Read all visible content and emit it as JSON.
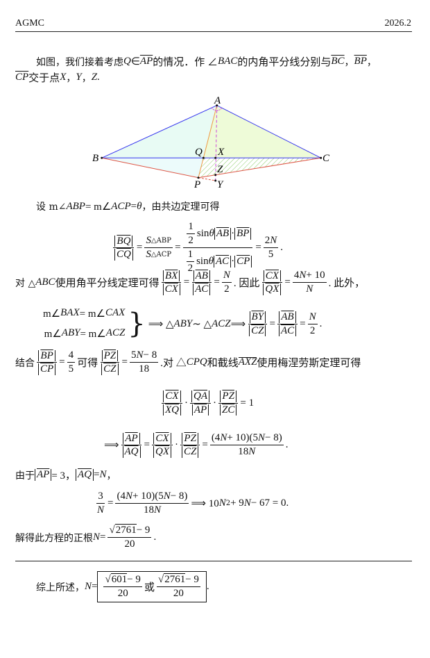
{
  "header": {
    "left": "AGMC",
    "right": "2026.2"
  },
  "figure": {
    "labels": {
      "A": "A",
      "B": "B",
      "C": "C",
      "Q": "Q",
      "X": "X",
      "P": "P",
      "Z": "Z",
      "Y": "Y"
    },
    "colors": {
      "triangle": "#3333ee",
      "bp_cp": "#dd5544",
      "ap": "#ee9944",
      "bisector": "#cc44dd",
      "fill_left": "#e8fbf4",
      "fill_right": "#eefbd8",
      "hatch": "#88cc66"
    }
  },
  "lines": [
    [
      "如图，我们接着考虑 ",
      {
        "i": "Q"
      },
      " ∈ ",
      {
        "o": "AP"
      },
      " 的情况．作 ∠",
      {
        "i": "BAC"
      },
      " 的内角平分线分别与 ",
      {
        "o": "BC"
      },
      "，",
      {
        "o": "BP"
      },
      "，"
    ],
    [
      {
        "o": "CP"
      },
      " 交于点 ",
      {
        "i": "X"
      },
      "，",
      {
        "i": "Y"
      },
      "，",
      {
        "i": "Z"
      },
      "."
    ],
    [
      "设 m∠",
      {
        "i": "ABP"
      },
      " = m∠",
      {
        "i": "ACP"
      },
      " = ",
      {
        "i": "θ"
      },
      "，由共边定理可得"
    ],
    [
      {
        "fr": [
          [
            {
              "s": "BQ"
            }
          ],
          [
            {
              "s": "CQ"
            }
          ]
        ]
      },
      " = ",
      {
        "fr": [
          [
            {
              "i": "S"
            },
            {
              "sub": "△ABP"
            }
          ],
          [
            {
              "i": "S"
            },
            {
              "sub": "△ACP"
            }
          ]
        ]
      },
      " = ",
      {
        "fr": [
          [
            {
              "fr": [
                [
                  "1"
                ],
                [
                  "2"
                ]
              ]
            },
            "sin ",
            {
              "i": "θ"
            },
            {
              "s": "AB"
            },
            " · ",
            {
              "s": "BP"
            }
          ],
          [
            {
              "fr": [
                [
                  "1"
                ],
                [
                  "2"
                ]
              ]
            },
            "sin ",
            {
              "i": "θ"
            },
            {
              "s": "AC"
            },
            " · ",
            {
              "s": "CP"
            }
          ]
        ]
      },
      " = ",
      {
        "fr": [
          [
            "2",
            {
              "i": "N"
            }
          ],
          [
            "5"
          ]
        ]
      },
      "."
    ],
    [
      "对 △",
      {
        "i": "ABC"
      },
      " 使用角平分线定理可得 ",
      {
        "fr": [
          [
            {
              "s": "BX"
            }
          ],
          [
            {
              "s": "CX"
            }
          ]
        ]
      },
      " = ",
      {
        "fr": [
          [
            {
              "s": "AB"
            }
          ],
          [
            {
              "s": "AC"
            }
          ]
        ]
      },
      " = ",
      {
        "fr": [
          [
            {
              "i": "N"
            }
          ],
          [
            "2"
          ]
        ]
      },
      ". 因此 ",
      {
        "fr": [
          [
            {
              "s": "CX"
            }
          ],
          [
            {
              "s": "QX"
            }
          ]
        ]
      },
      " = ",
      {
        "fr": [
          [
            "4",
            {
              "i": "N"
            },
            " + 10"
          ],
          [
            {
              "i": "N"
            }
          ]
        ]
      },
      ". 此外，"
    ],
    [
      {
        "sys": [
          [
            "m∠",
            {
              "i": "BAX"
            },
            " = m∠",
            {
              "i": "CAX"
            }
          ],
          [
            "m∠",
            {
              "i": "ABY"
            },
            " = m∠",
            {
              "i": "ACZ"
            }
          ]
        ]
      },
      "  ⟹  △",
      {
        "i": "ABY"
      },
      " ∼ △",
      {
        "i": "ACZ"
      },
      "  ⟹  ",
      {
        "fr": [
          [
            {
              "s": "BY"
            }
          ],
          [
            {
              "s": "CZ"
            }
          ]
        ]
      },
      " = ",
      {
        "fr": [
          [
            {
              "s": "AB"
            }
          ],
          [
            {
              "s": "AC"
            }
          ]
        ]
      },
      " = ",
      {
        "fr": [
          [
            {
              "i": "N"
            }
          ],
          [
            "2"
          ]
        ]
      },
      "."
    ],
    [
      "结合 ",
      {
        "fr": [
          [
            {
              "s": "BP"
            }
          ],
          [
            {
              "s": "CP"
            }
          ]
        ]
      },
      " = ",
      {
        "fr": [
          [
            "4"
          ],
          [
            "5"
          ]
        ]
      },
      " 可得 ",
      {
        "fr": [
          [
            {
              "s": "PZ"
            }
          ],
          [
            {
              "s": "CZ"
            }
          ]
        ]
      },
      " = ",
      {
        "fr": [
          [
            "5",
            {
              "i": "N"
            },
            " − 8"
          ],
          [
            "18"
          ]
        ]
      },
      ".对 △",
      {
        "i": "CPQ"
      },
      " 和截线 ",
      {
        "arr": "AXZ"
      },
      " 使用梅涅劳斯定理可得"
    ],
    [
      {
        "fr": [
          [
            {
              "s": "CX"
            }
          ],
          [
            {
              "s": "XQ"
            }
          ]
        ]
      },
      " · ",
      {
        "fr": [
          [
            {
              "s": "QA"
            }
          ],
          [
            {
              "s": "AP"
            }
          ]
        ]
      },
      " · ",
      {
        "fr": [
          [
            {
              "s": "PZ"
            }
          ],
          [
            {
              "s": "ZC"
            }
          ]
        ]
      },
      " = 1"
    ],
    [
      "⟹ ",
      {
        "fr": [
          [
            {
              "s": "AP"
            }
          ],
          [
            {
              "s": "AQ"
            }
          ]
        ]
      },
      " = ",
      {
        "fr": [
          [
            {
              "s": "CX"
            }
          ],
          [
            {
              "s": "QX"
            }
          ]
        ]
      },
      " · ",
      {
        "fr": [
          [
            {
              "s": "PZ"
            }
          ],
          [
            {
              "s": "CZ"
            }
          ]
        ]
      },
      " = ",
      {
        "fr": [
          [
            "(4",
            {
              "i": "N"
            },
            " + 10)(5",
            {
              "i": "N"
            },
            " − 8)"
          ],
          [
            "18",
            {
              "i": "N"
            }
          ]
        ]
      },
      "."
    ],
    [
      "由于 ",
      {
        "s": "AP"
      },
      " = 3，",
      {
        "s": "AQ"
      },
      " = ",
      {
        "i": "N"
      },
      "，"
    ],
    [
      {
        "fr": [
          [
            "3"
          ],
          [
            {
              "i": "N"
            }
          ]
        ]
      },
      " = ",
      {
        "fr": [
          [
            "(4",
            {
              "i": "N"
            },
            " + 10)(5",
            {
              "i": "N"
            },
            " − 8)"
          ],
          [
            "18",
            {
              "i": "N"
            }
          ]
        ]
      },
      "  ⟹  10",
      {
        "i": "N"
      },
      {
        "sup": "2"
      },
      " + 9",
      {
        "i": "N"
      },
      " − 67 = 0."
    ],
    [
      "解得此方程的正根 ",
      {
        "i": "N"
      },
      " = ",
      {
        "fr": [
          [
            {
              "sqrt": "2761"
            },
            " − 9"
          ],
          [
            "20"
          ]
        ]
      },
      "."
    ],
    [
      "综上所述，",
      {
        "i": "N"
      },
      " = ",
      {
        "box": [
          {
            "fr": [
              [
                {
                  "sqrt": "601"
                },
                " − 9"
              ],
              [
                "20"
              ]
            ]
          },
          " 或 ",
          {
            "fr": [
              [
                {
                  "sqrt": "2761"
                },
                " − 9"
              ],
              [
                "20"
              ]
            ]
          }
        ]
      },
      "."
    ]
  ]
}
